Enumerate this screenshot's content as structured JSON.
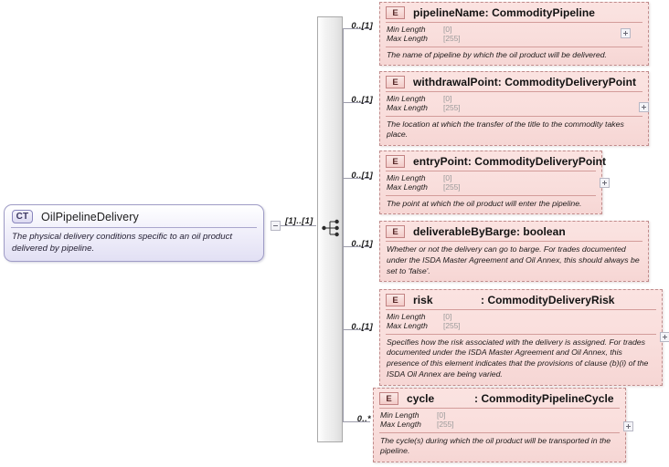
{
  "diagram": {
    "type": "xsd-schema-tree",
    "root": {
      "badge": "CT",
      "name": "OilPipelineDelivery",
      "description": "The physical delivery conditions specific to an oil product delivered by pipeline.",
      "cardinality": "[1]..[1]"
    },
    "compositor": {
      "kind": "sequence-icon"
    },
    "facet_labels": {
      "min": "Min Length",
      "max": "Max Length"
    },
    "elements": [
      {
        "badge": "E",
        "name": "pipelineName",
        "separator": ":",
        "type": "CommodityPipeline",
        "cardinality": "0..[1]",
        "min_length": "[0]",
        "max_length": "[255]",
        "has_facets": true,
        "description": "The name of pipeline by which the oil product will be delivered."
      },
      {
        "badge": "E",
        "name": "withdrawalPoint",
        "separator": ":",
        "type": "CommodityDeliveryPoint",
        "cardinality": "0..[1]",
        "min_length": "[0]",
        "max_length": "[255]",
        "has_facets": true,
        "description": "The location at which the transfer of the title to the commodity takes place."
      },
      {
        "badge": "E",
        "name": "entryPoint",
        "separator": ":",
        "type": "CommodityDeliveryPoint",
        "cardinality": "0..[1]",
        "min_length": "[0]",
        "max_length": "[255]",
        "has_facets": true,
        "description": "The point at which the oil product will enter the pipeline."
      },
      {
        "badge": "E",
        "name": "deliverableByBarge",
        "separator": ":",
        "type": "boolean",
        "cardinality": "0..[1]",
        "min_length": "",
        "max_length": "",
        "has_facets": false,
        "description": "Whether or not the delivery can go to barge. For trades documented under the ISDA Master Agreement and Oil Annex, this should always be set to 'false'."
      },
      {
        "badge": "E",
        "name": "risk",
        "separator": ":",
        "type": "CommodityDeliveryRisk",
        "cardinality": "0..[1]",
        "min_length": "[0]",
        "max_length": "[255]",
        "has_facets": true,
        "description": "Specifies how the risk associated with the delivery is assigned. For trades documented under the ISDA Master Agreement and Oil Annex, this presence of this element indicates that the provisions of clause (b)(i) of the ISDA Oil Annex are being varied."
      },
      {
        "badge": "E",
        "name": "cycle",
        "separator": ":",
        "type": "CommodityPipelineCycle",
        "cardinality": "0..*",
        "min_length": "[0]",
        "max_length": "[255]",
        "has_facets": true,
        "description": "The cycle(s) during which the oil product will be transported in the pipeline."
      }
    ],
    "colors": {
      "element_fill": "#f9dedc",
      "element_border": "#c08b8b",
      "root_fill": "#e2e0f4",
      "root_border": "#9f9cc6",
      "compositor_bar": "#e9e9e9",
      "line": "#9b9baa"
    }
  }
}
